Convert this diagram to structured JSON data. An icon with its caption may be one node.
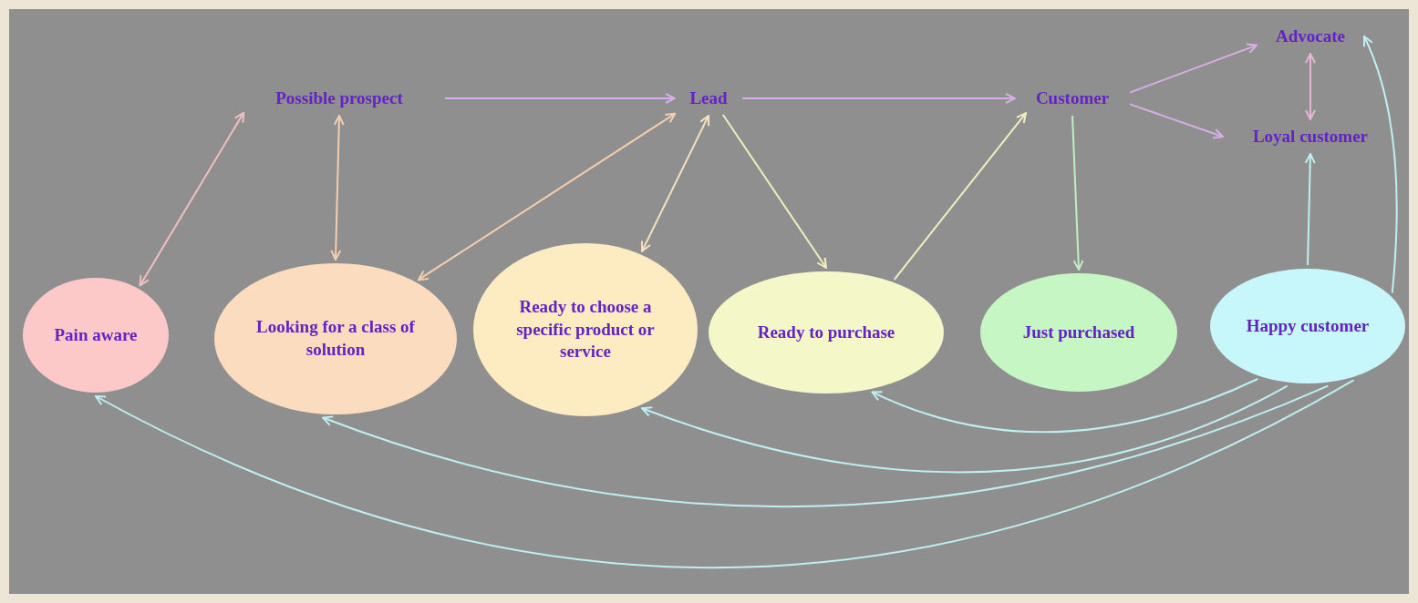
{
  "diagram": {
    "nodes": [
      {
        "text": [
          "Possible prospect"
        ]
      },
      {
        "text": [
          "Lead"
        ]
      },
      {
        "text": [
          "Customer"
        ]
      },
      {
        "text": [
          "Advocate"
        ]
      },
      {
        "text": [
          "Loyal customer"
        ]
      },
      {
        "text": [
          "Pain aware"
        ]
      },
      {
        "text": [
          "Looking for a class of solution"
        ]
      },
      {
        "text": [
          "Ready to choose a specific product or service"
        ]
      },
      {
        "text": [
          "Ready to purchase"
        ]
      },
      {
        "text": [
          "Just purchased"
        ]
      },
      {
        "text": [
          "Happy customer"
        ]
      }
    ],
    "edges": [
      {
        "from": 0,
        "to": 1,
        "arrow": "to",
        "color": "#d7aee6"
      },
      {
        "from": 1,
        "to": 2,
        "arrow": "to",
        "color": "#d7aee6"
      },
      {
        "from": 2,
        "to": 3,
        "arrow": "to",
        "color": "#d7aee6"
      },
      {
        "from": 2,
        "to": 4,
        "arrow": "to",
        "color": "#d7aee6"
      },
      {
        "from": 3,
        "to": 4,
        "arrow": "both",
        "color": "#e8b4d4"
      },
      {
        "from": 5,
        "to": 0,
        "arrow": "both",
        "color": "#f0bfc4"
      },
      {
        "from": 6,
        "to": 0,
        "arrow": "both",
        "color": "#f3cfb0"
      },
      {
        "from": 6,
        "to": 1,
        "arrow": "both",
        "color": "#f3cfb0"
      },
      {
        "from": 7,
        "to": 1,
        "arrow": "both",
        "color": "#f3e2bf"
      },
      {
        "from": 1,
        "to": 8,
        "arrow": "to",
        "color": "#f0efbf"
      },
      {
        "from": 8,
        "to": 2,
        "arrow": "to",
        "color": "#f0efbf"
      },
      {
        "from": 2,
        "to": 9,
        "arrow": "to",
        "color": "#bfeec0"
      },
      {
        "from": 10,
        "to": 4,
        "arrow": "to"
      },
      {
        "from": 10,
        "to": 3,
        "arrow": "to"
      },
      {
        "from": 10,
        "to": 8,
        "arrow": "to"
      },
      {
        "from": 10,
        "to": 7,
        "arrow": "to"
      },
      {
        "from": 10,
        "to": 6,
        "arrow": "to"
      },
      {
        "from": 10,
        "to": 5,
        "arrow": "to"
      }
    ]
  }
}
